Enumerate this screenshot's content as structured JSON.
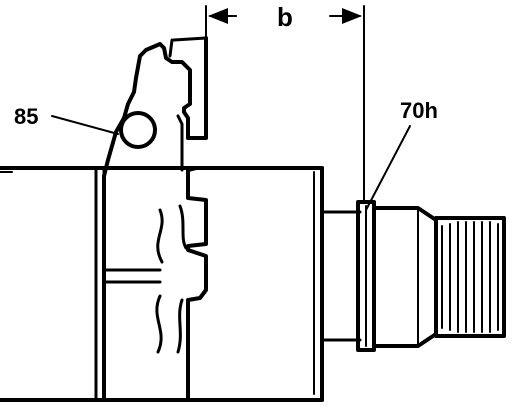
{
  "labels": {
    "dimension": "b",
    "bracket_callout": "85",
    "ring_callout": "70h"
  },
  "colors": {
    "ink": "#000000",
    "paper": "#ffffff"
  }
}
